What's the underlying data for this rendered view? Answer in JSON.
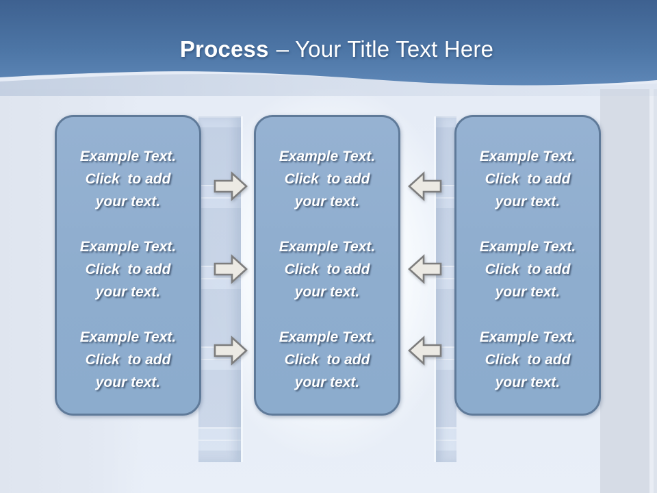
{
  "slide": {
    "title": {
      "emphasis": "Process",
      "rest": "– Your Title Text Here"
    },
    "columns": [
      {
        "name": "left",
        "blocks": [
          {
            "lines": [
              "Example Text.",
              "Click  to add",
              "your text."
            ]
          },
          {
            "lines": [
              "Example Text.",
              "Click  to add",
              "your text."
            ]
          },
          {
            "lines": [
              "Example Text.",
              "Click  to add",
              "your text."
            ]
          }
        ]
      },
      {
        "name": "center",
        "blocks": [
          {
            "lines": [
              "Example Text.",
              "Click  to add",
              "your text."
            ]
          },
          {
            "lines": [
              "Example Text.",
              "Click  to add",
              "your text."
            ]
          },
          {
            "lines": [
              "Example Text.",
              "Click  to add",
              "your text."
            ]
          }
        ]
      },
      {
        "name": "right",
        "blocks": [
          {
            "lines": [
              "Example Text.",
              "Click  to add",
              "your text."
            ]
          },
          {
            "lines": [
              "Example Text.",
              "Click  to add",
              "your text."
            ]
          },
          {
            "lines": [
              "Example Text.",
              "Click  to add",
              "your text."
            ]
          }
        ]
      }
    ],
    "connectors": {
      "left_to_center_icon": "right-arrow-icon",
      "right_to_center_icon": "left-arrow-icon"
    },
    "colors": {
      "header_top": "#3e6190",
      "header_bottom": "#5e87b7",
      "panel_fill": "#92afcf",
      "panel_border": "#5f7a99",
      "arrow_fill": "#eceae4",
      "arrow_border": "#7d7d7d",
      "text": "#ffffff"
    }
  }
}
